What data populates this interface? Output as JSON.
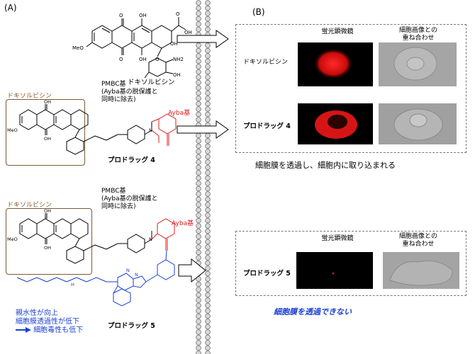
{
  "panel_a_label": "(A)",
  "panel_b_label": "(B)",
  "doxorubicin_label": "ドキソルビシン",
  "prodrug4": {
    "box_label": "ドキソルビシン",
    "pmbc_line1": "PMBC基",
    "pmbc_line2": "(Ayba基の脱保護と",
    "pmbc_line3": "同時に除去)",
    "ayba_label": "Ayba基",
    "name": "プロドラッグ 4"
  },
  "prodrug5": {
    "box_label": "ドキソルビシン",
    "pmbc_line1": "PMBC基",
    "pmbc_line2": "(Ayba基の脱保護と",
    "pmbc_line3": "同時に除去)",
    "ayba_label": "Ayba基",
    "name": "プロドラッグ 5",
    "note_line1": "親水性が向上",
    "note_line2": "細胞膜透過性が低下",
    "note_line3": "細胞毒性も低下"
  },
  "microscopy_top": {
    "col1": "蛍光顕微鏡",
    "col2_line1": "細胞画像との",
    "col2_line2": "重ね合わせ",
    "row1_label": "ドキソルビシン",
    "row2_label": "プロドラッグ 4",
    "caption": "細胞膜を透過し、細胞内に取り込まれる"
  },
  "microscopy_bottom": {
    "col1": "蛍光顕微鏡",
    "col2_line1": "細胞画像との",
    "col2_line2": "重ね合わせ",
    "row_label": "プロドラッグ 5",
    "caption": "細胞膜を透過できない"
  },
  "chem_labels": {
    "meo": "MeO",
    "oh": "OH",
    "o": "O",
    "nh2": "NH2",
    "n": "N",
    "h": "H"
  },
  "colors": {
    "brown": "#7a5a36",
    "red": "#e01b1b",
    "blue": "#1b3fd0"
  }
}
